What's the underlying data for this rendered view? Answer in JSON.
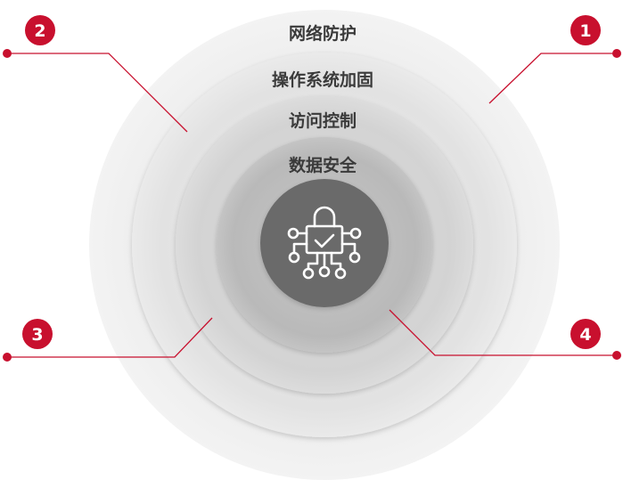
{
  "layers": [
    {
      "label": "网络防护"
    },
    {
      "label": "操作系统加固"
    },
    {
      "label": "访问控制"
    },
    {
      "label": "数据安全"
    }
  ],
  "markers": [
    {
      "number": "1"
    },
    {
      "number": "2"
    },
    {
      "number": "3"
    },
    {
      "number": "4"
    }
  ],
  "center_icon": "lock-circuit-icon",
  "colors": {
    "accent": "#c8102e",
    "center": "#6b6b6b",
    "label": "#3a3a3a"
  }
}
